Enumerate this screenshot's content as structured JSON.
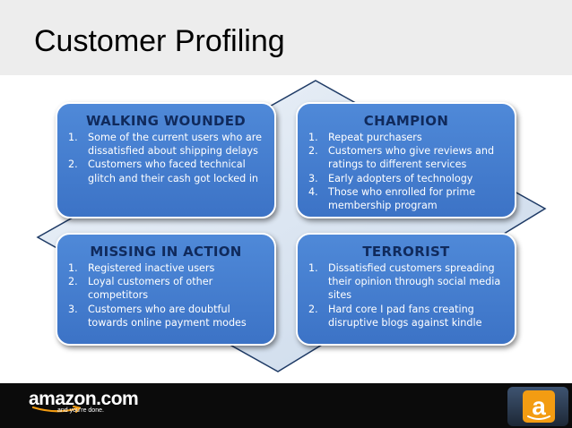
{
  "slide": {
    "title": "Customer Profiling"
  },
  "quadrants": [
    {
      "title": "WALKING WOUNDED",
      "items": [
        {
          "num": "1.",
          "text": "Some of the current users who are dissatisfied about shipping delays"
        },
        {
          "num": "2.",
          "text": "Customers who faced technical glitch and their cash got locked in"
        }
      ]
    },
    {
      "title": "CHAMPION",
      "items": [
        {
          "num": "1.",
          "text": "Repeat purchasers"
        },
        {
          "num": "2.",
          "text": "Customers who give reviews and ratings to different services"
        },
        {
          "num": "3.",
          "text": "Early adopters of technology"
        },
        {
          "num": "4.",
          "text": "Those who enrolled for prime membership program"
        }
      ]
    },
    {
      "title": "MISSING IN ACTION",
      "items": [
        {
          "num": "1.",
          "text": "Registered inactive users"
        },
        {
          "num": "2.",
          "text": "Loyal customers of other competitors"
        },
        {
          "num": "3.",
          "text": "Customers who are doubtful towards online payment modes"
        }
      ]
    },
    {
      "title": "TERRORIST",
      "items": [
        {
          "num": "1.",
          "text": "Dissatisfied customers spreading their opinion through social media sites"
        },
        {
          "num": "2.",
          "text": "Hard core I pad fans creating disruptive blogs against kindle"
        }
      ]
    }
  ],
  "footer": {
    "logo_text": "amazon.com",
    "logo_tagline": "and you're done.",
    "app_icon_letter": "a"
  },
  "colors": {
    "card_fill": "#4a84d4",
    "title_text": "#102a5c",
    "diamond_fill": "#d7e3f1",
    "footer": "#0b0b0b",
    "amazon_orange": "#f39c12"
  },
  "icons": [
    "amazon-smile-arrow-icon",
    "amazon-app-icon"
  ]
}
